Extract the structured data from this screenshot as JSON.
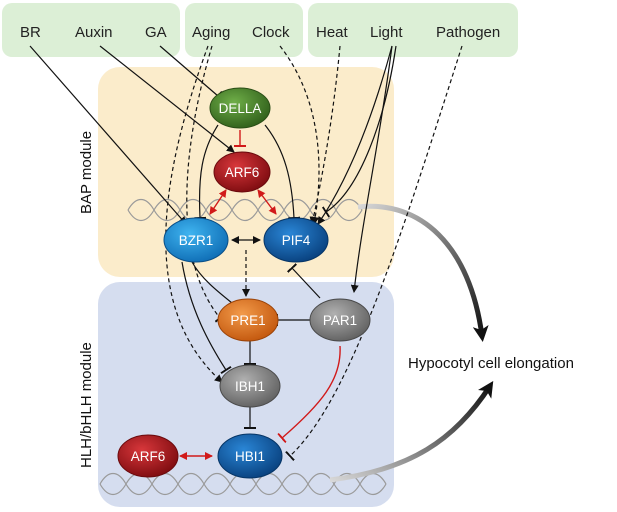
{
  "signals": {
    "br": "BR",
    "auxin": "Auxin",
    "ga": "GA",
    "aging": "Aging",
    "clock": "Clock",
    "heat": "Heat",
    "light": "Light",
    "pathogen": "Pathogen"
  },
  "modules": {
    "bap": "BAP module",
    "hlh": "HLH/bHLH module"
  },
  "nodes": {
    "della": "DELLA",
    "arf6_top": "ARF6",
    "bzr1": "BZR1",
    "pif4": "PIF4",
    "pre1": "PRE1",
    "par1": "PAR1",
    "ibh1": "IBH1",
    "hbi1": "HBI1",
    "arf6_bottom": "ARF6"
  },
  "output": "Hypocotyl cell elongation",
  "colors": {
    "signal_box": "#dcefd6",
    "bap_module": "#fbeccb",
    "hlh_module": "#d5ddef",
    "della": "#4f8a2e",
    "arf6": "#b3151a",
    "blue": "#1573c4",
    "orange": "#e2711d",
    "gray": "#8a8a8a",
    "interaction": "#d11a1a"
  }
}
